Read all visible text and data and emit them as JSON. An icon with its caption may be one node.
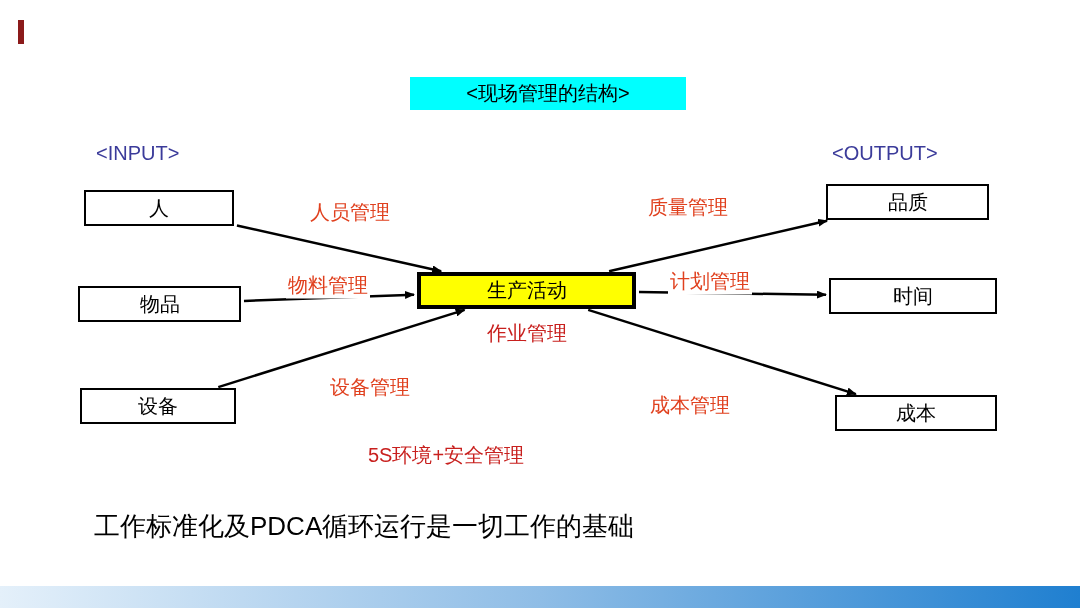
{
  "diagram": {
    "nodes": [
      {
        "text": [
          "<现场管理的结构>"
        ]
      },
      {
        "text": [
          "人"
        ]
      },
      {
        "text": [
          "物品"
        ]
      },
      {
        "text": [
          "设备"
        ]
      },
      {
        "text": [
          "生产活动"
        ]
      },
      {
        "text": [
          "品质"
        ]
      },
      {
        "text": [
          "时间"
        ]
      },
      {
        "text": [
          "成本"
        ]
      }
    ],
    "edges": [
      {
        "from": 1,
        "to": 4,
        "arrow": "to",
        "label": "人员管理"
      },
      {
        "from": 2,
        "to": 4,
        "arrow": "to",
        "label": "物料管理"
      },
      {
        "from": 3,
        "to": 4,
        "arrow": "to",
        "label": "设备管理"
      },
      {
        "from": 4,
        "to": 5,
        "arrow": "to",
        "label": "质量管理"
      },
      {
        "from": 4,
        "to": 6,
        "arrow": "to",
        "label": "计划管理"
      },
      {
        "from": 4,
        "to": 7,
        "arrow": "to",
        "label": "成本管理"
      }
    ],
    "labels": [
      "<INPUT>",
      "<OUTPUT>",
      "作业管理",
      "5S环境+安全管理",
      "工作标准化及PDCA循环运行是一切工作的基础"
    ]
  }
}
